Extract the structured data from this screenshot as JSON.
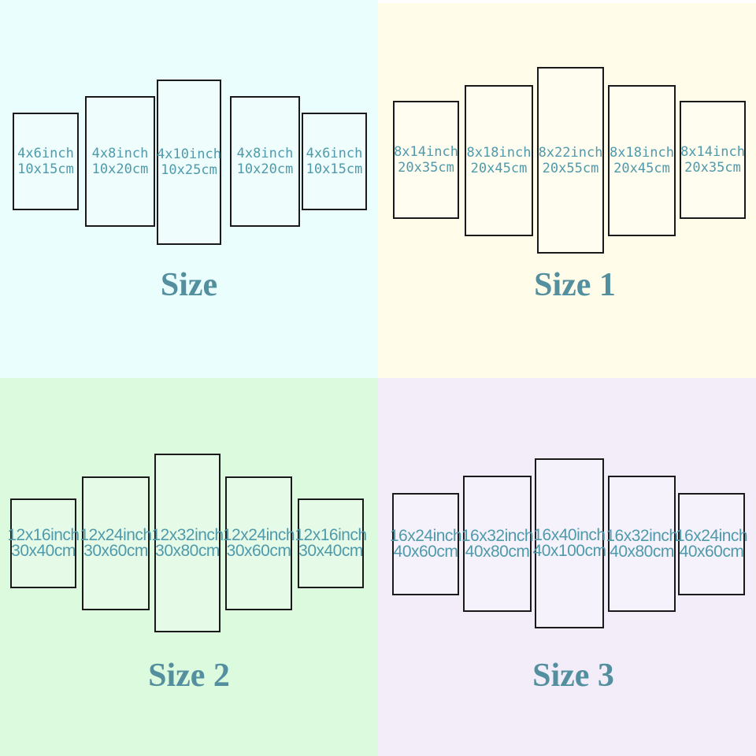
{
  "colors": {
    "panel_text": "#4f9aab",
    "title_text": "#538f9e",
    "panel_border": "#1a1a1a",
    "top_strip": "#ffffff",
    "bg_size": "#e9fefd",
    "bg_size1": "#fffdea",
    "bg_size2": "#dcfadd",
    "bg_size3": "#f3edf9"
  },
  "quadrants": [
    {
      "title": "Size",
      "background": "#e9fefd",
      "panels": [
        {
          "line1": "4x6inch",
          "line2": "10x15cm"
        },
        {
          "line1": "4x8inch",
          "line2": "10x20cm"
        },
        {
          "line1": "4x10inch",
          "line2": "10x25cm"
        },
        {
          "line1": "4x8inch",
          "line2": "10x20cm"
        },
        {
          "line1": "4x6inch",
          "line2": "10x15cm"
        }
      ]
    },
    {
      "title": "Size 1",
      "background": "#fffdea",
      "panels": [
        {
          "line1": "8x14inch",
          "line2": "20x35cm"
        },
        {
          "line1": "8x18inch",
          "line2": "20x45cm"
        },
        {
          "line1": "8x22inch",
          "line2": "20x55cm"
        },
        {
          "line1": "8x18inch",
          "line2": "20x45cm"
        },
        {
          "line1": "8x14inch",
          "line2": "20x35cm"
        }
      ]
    },
    {
      "title": "Size 2",
      "background": "#dcfadd",
      "panels": [
        {
          "line1": "12x16inch",
          "line2": "30x40cm"
        },
        {
          "line1": "12x24inch",
          "line2": "30x60cm"
        },
        {
          "line1": "12x32inch",
          "line2": "30x80cm"
        },
        {
          "line1": "12x24inch",
          "line2": "30x60cm"
        },
        {
          "line1": "12x16inch",
          "line2": "30x40cm"
        }
      ]
    },
    {
      "title": "Size 3",
      "background": "#f3edf9",
      "panels": [
        {
          "line1": "16x24inch",
          "line2": "40x60cm"
        },
        {
          "line1": "16x32inch",
          "line2": "40x80cm"
        },
        {
          "line1": "16x40inch",
          "line2": "40x100cm"
        },
        {
          "line1": "16x32inch",
          "line2": "40x80cm"
        },
        {
          "line1": "16x24inch",
          "line2": "40x60cm"
        }
      ]
    }
  ]
}
